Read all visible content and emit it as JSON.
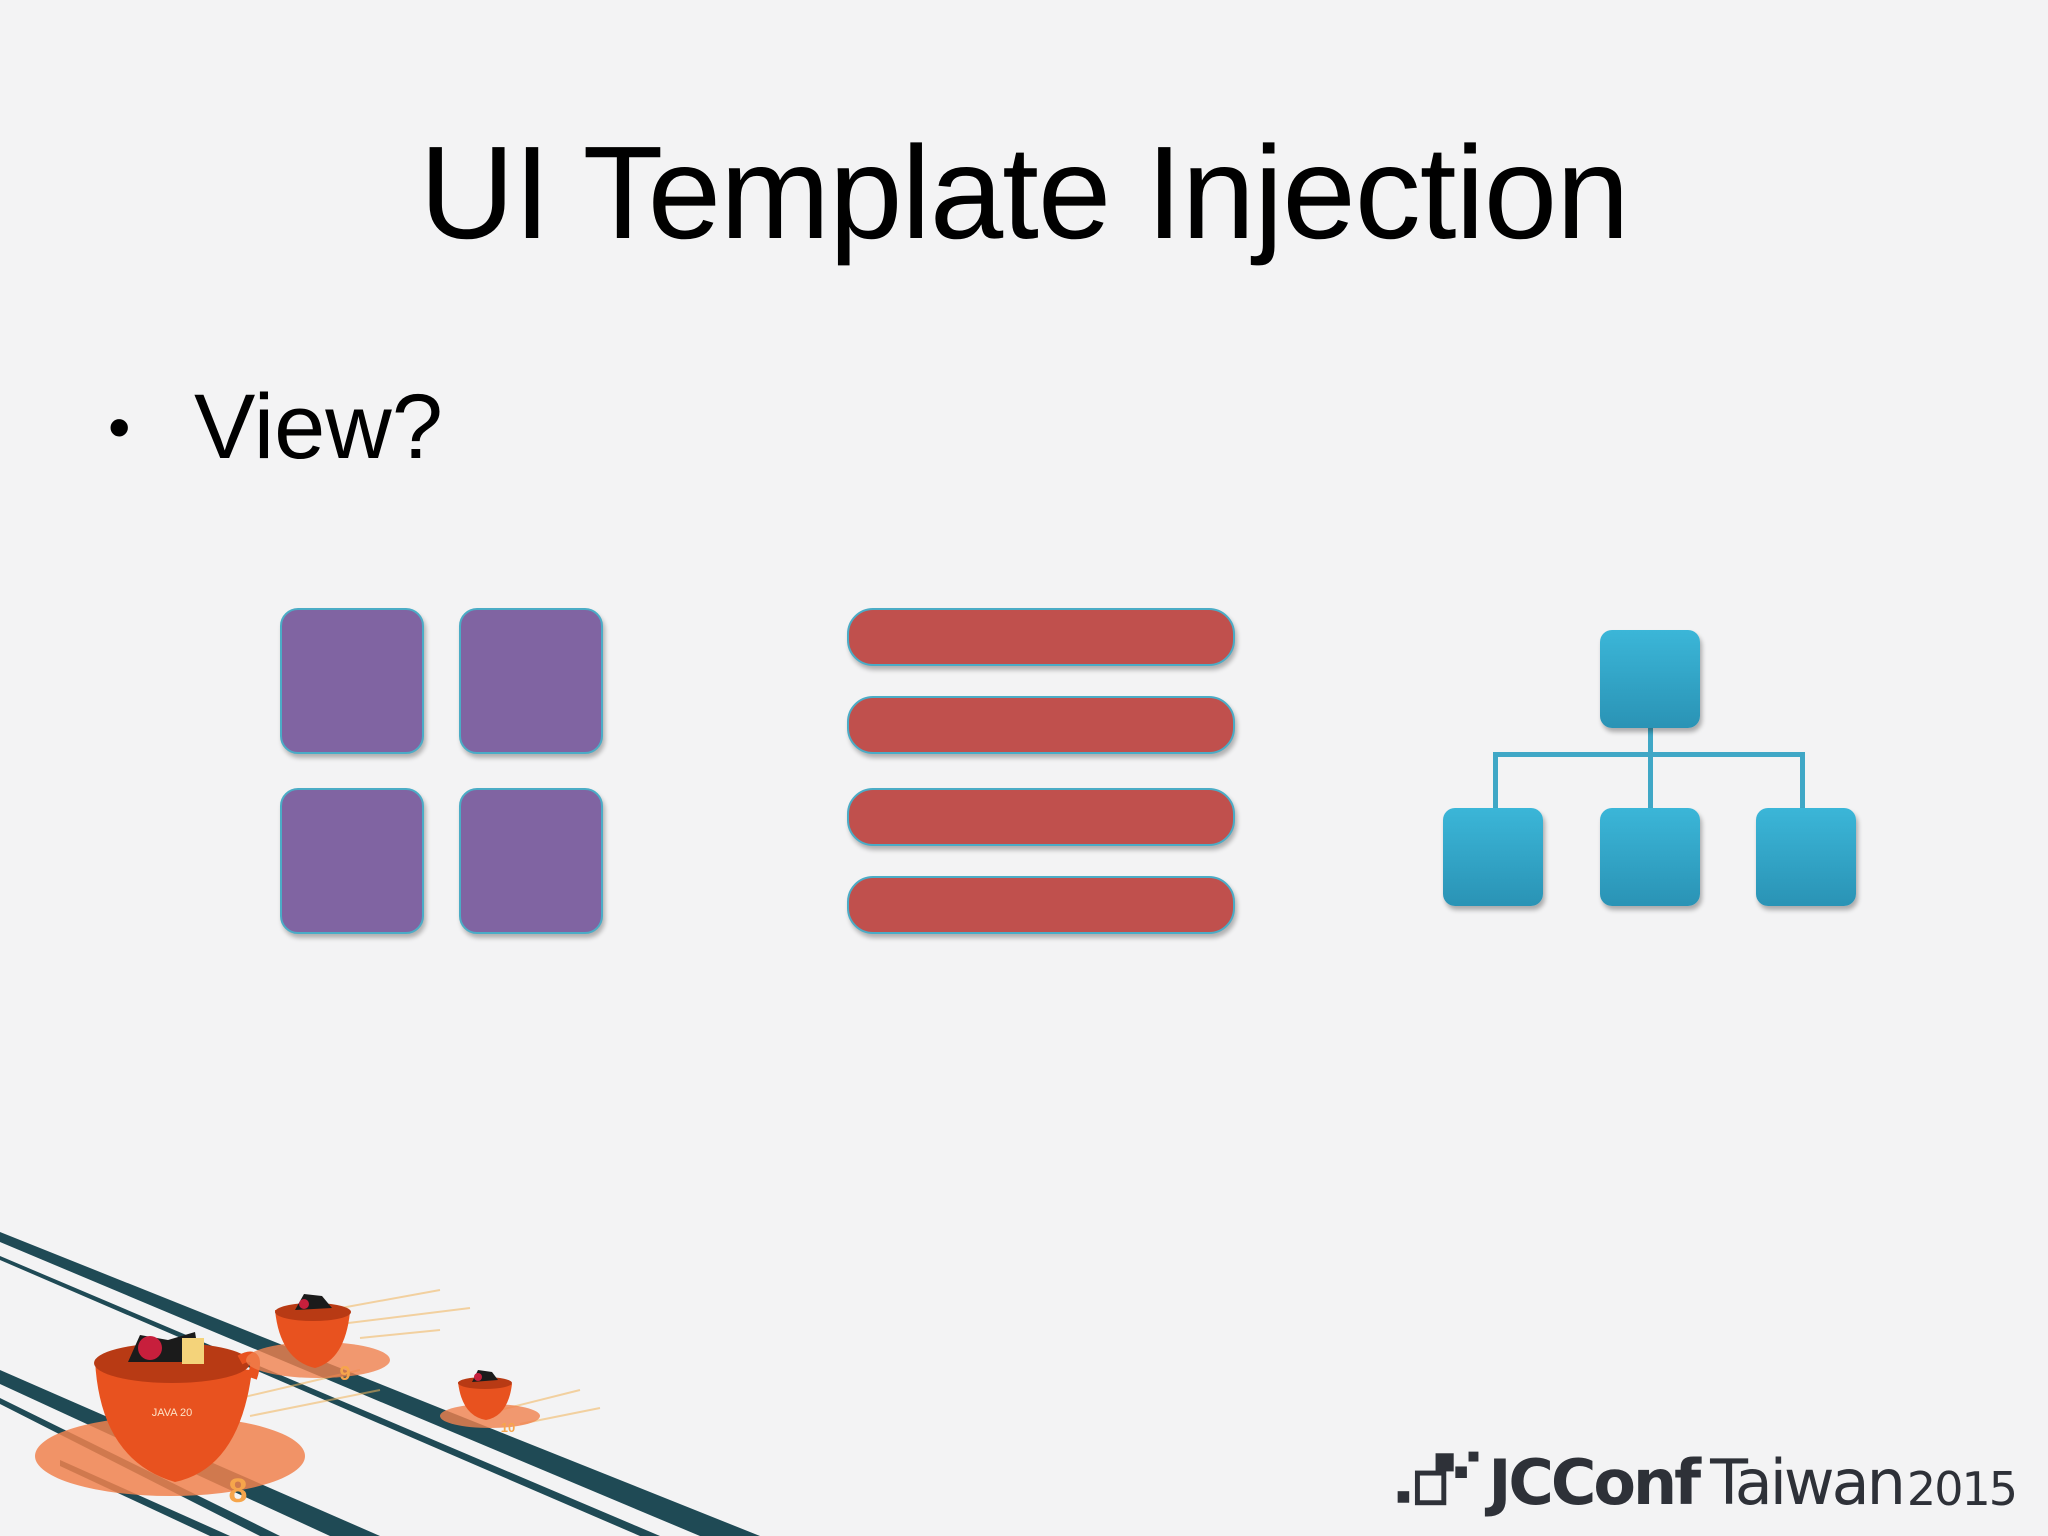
{
  "slide": {
    "title": "UI Template Injection",
    "bullets": [
      {
        "text": "View?"
      }
    ]
  },
  "icons": {
    "grid_view": {
      "icon": "grid-view-icon",
      "color": "#8064a2",
      "border": "#4bacc6"
    },
    "list_view": {
      "icon": "list-view-icon",
      "color": "#c0504d",
      "border": "#4bacc6"
    },
    "tree_view": {
      "icon": "tree-view-icon",
      "color": "#31a9cc"
    }
  },
  "decoration": {
    "cup_labels": [
      "JAVA 20",
      "8",
      "9",
      "10"
    ]
  },
  "logo": {
    "brand": "JCConf",
    "place": "Taiwan",
    "year": "2015",
    "color": "#2e3138"
  }
}
